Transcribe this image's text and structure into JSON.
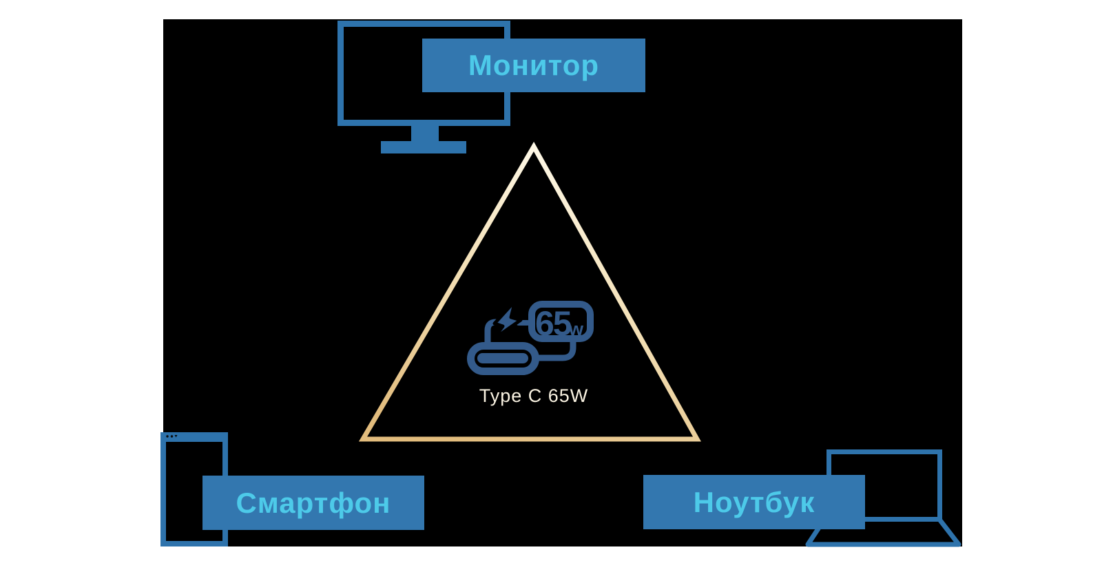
{
  "page": {
    "background": "#FFFFFF",
    "panel_background": "#000000"
  },
  "colors": {
    "device_icon_blue": "#2E73AC",
    "label_background_blue": "#3377AF",
    "label_text_cyan": "#4DCAE9",
    "charger_icon_navy": "#335A8A",
    "caption_text_cream": "#FAF3E2",
    "triangle_gradient_top": "#FFFAEB",
    "triangle_gradient_mid": "#F3DFB4",
    "triangle_gradient_bottom": "#E2BC7D"
  },
  "devices": {
    "monitor": {
      "label": "Монитор",
      "icon": "monitor-icon"
    },
    "smartphone": {
      "label": "Смартфон",
      "icon": "smartphone-icon"
    },
    "laptop": {
      "label": "Ноутбук",
      "icon": "laptop-icon"
    }
  },
  "charger": {
    "caption": "Type C 65W",
    "badge_value": "65",
    "badge_unit": "w",
    "icon": "usb-c-charger-icon"
  }
}
